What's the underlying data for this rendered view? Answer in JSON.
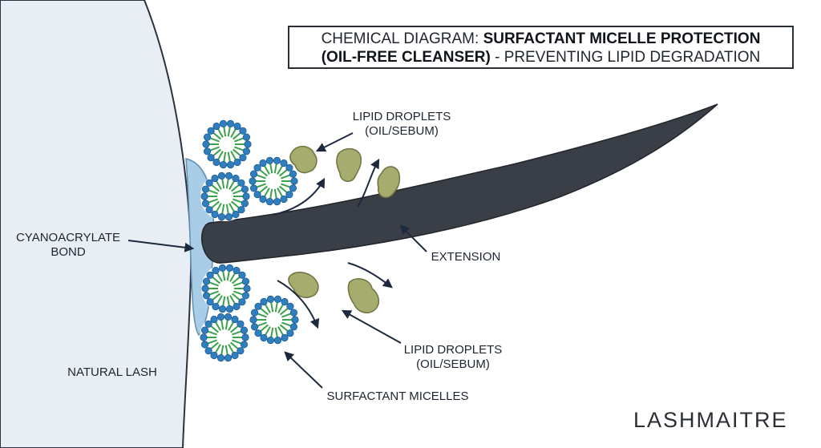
{
  "title": {
    "line1_prefix": "CHEMICAL DIAGRAM: ",
    "line1_bold": "SURFACTANT MICELLE PROTECTION",
    "line2_bold": "(OIL-FREE CLEANSER)",
    "line2_suffix": " - PREVENTING LIPID DEGRADATION"
  },
  "labels": {
    "lipid_top": [
      "LIPID DROPLETS",
      "(OIL/SEBUM)"
    ],
    "lipid_bottom": [
      "LIPID DROPLETS",
      "(OIL/SEBUM)"
    ],
    "bond": [
      "CYANOACRYLATE",
      "BOND"
    ],
    "extension": "EXTENSION",
    "natural_lash": "NATURAL LASH",
    "micelles": "SURFACTANT MICELLES"
  },
  "brand": "LASHMAITRE",
  "colors": {
    "lash_fill": "#e9eef4",
    "bond_fill": "#a9cde6",
    "extension_fill": "#3a3f47",
    "micelle_head": "#2f7fc0",
    "micelle_tail": "#3aa24a",
    "lipid_fill": "#a5ac6e",
    "arrow": "#1d2a3e"
  }
}
